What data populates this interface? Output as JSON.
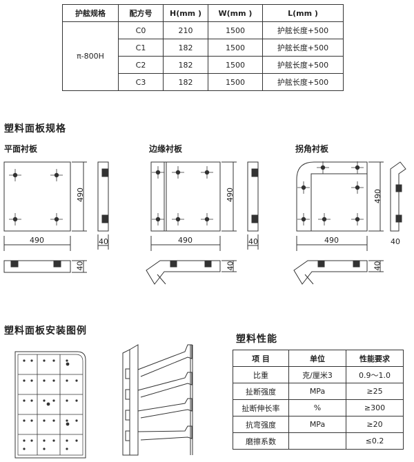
{
  "spec_table": {
    "headers": [
      "护舷规格",
      "配方号",
      "H(mm )",
      "W(mm )",
      "L(mm )"
    ],
    "model": "π-800H",
    "rows": [
      [
        "C0",
        "210",
        "1500",
        "护舷长度+500"
      ],
      [
        "C1",
        "182",
        "1500",
        "护舷长度+500"
      ],
      [
        "C2",
        "182",
        "1500",
        "护舷长度+500"
      ],
      [
        "C3",
        "182",
        "1500",
        "护舷长度+500"
      ]
    ]
  },
  "section_panel_spec": "塑料面板规格",
  "panels": {
    "flat": {
      "label": "平面衬板",
      "width": "490",
      "height": "490",
      "thick": "40",
      "thick2": "40"
    },
    "edge": {
      "label": "边缘衬板",
      "width": "490",
      "height": "490",
      "thick": "40",
      "thick2": "40"
    },
    "corner": {
      "label": "拐角衬板",
      "width": "490",
      "height": "490",
      "thick": "40",
      "thick2": "40"
    }
  },
  "section_install": "塑料面板安装图例",
  "section_properties": "塑料性能",
  "prop_table": {
    "headers": [
      "项 目",
      "单位",
      "性能要求"
    ],
    "rows": [
      [
        "比重",
        "克/厘米3",
        "0.9～1.0"
      ],
      [
        "扯断强度",
        "MPa",
        "≥25"
      ],
      [
        "扯断伸长率",
        "%",
        "≥300"
      ],
      [
        "抗弯强度",
        "MPa",
        "≥20"
      ],
      [
        "磨擦系数",
        "",
        "≤0.2"
      ]
    ]
  }
}
